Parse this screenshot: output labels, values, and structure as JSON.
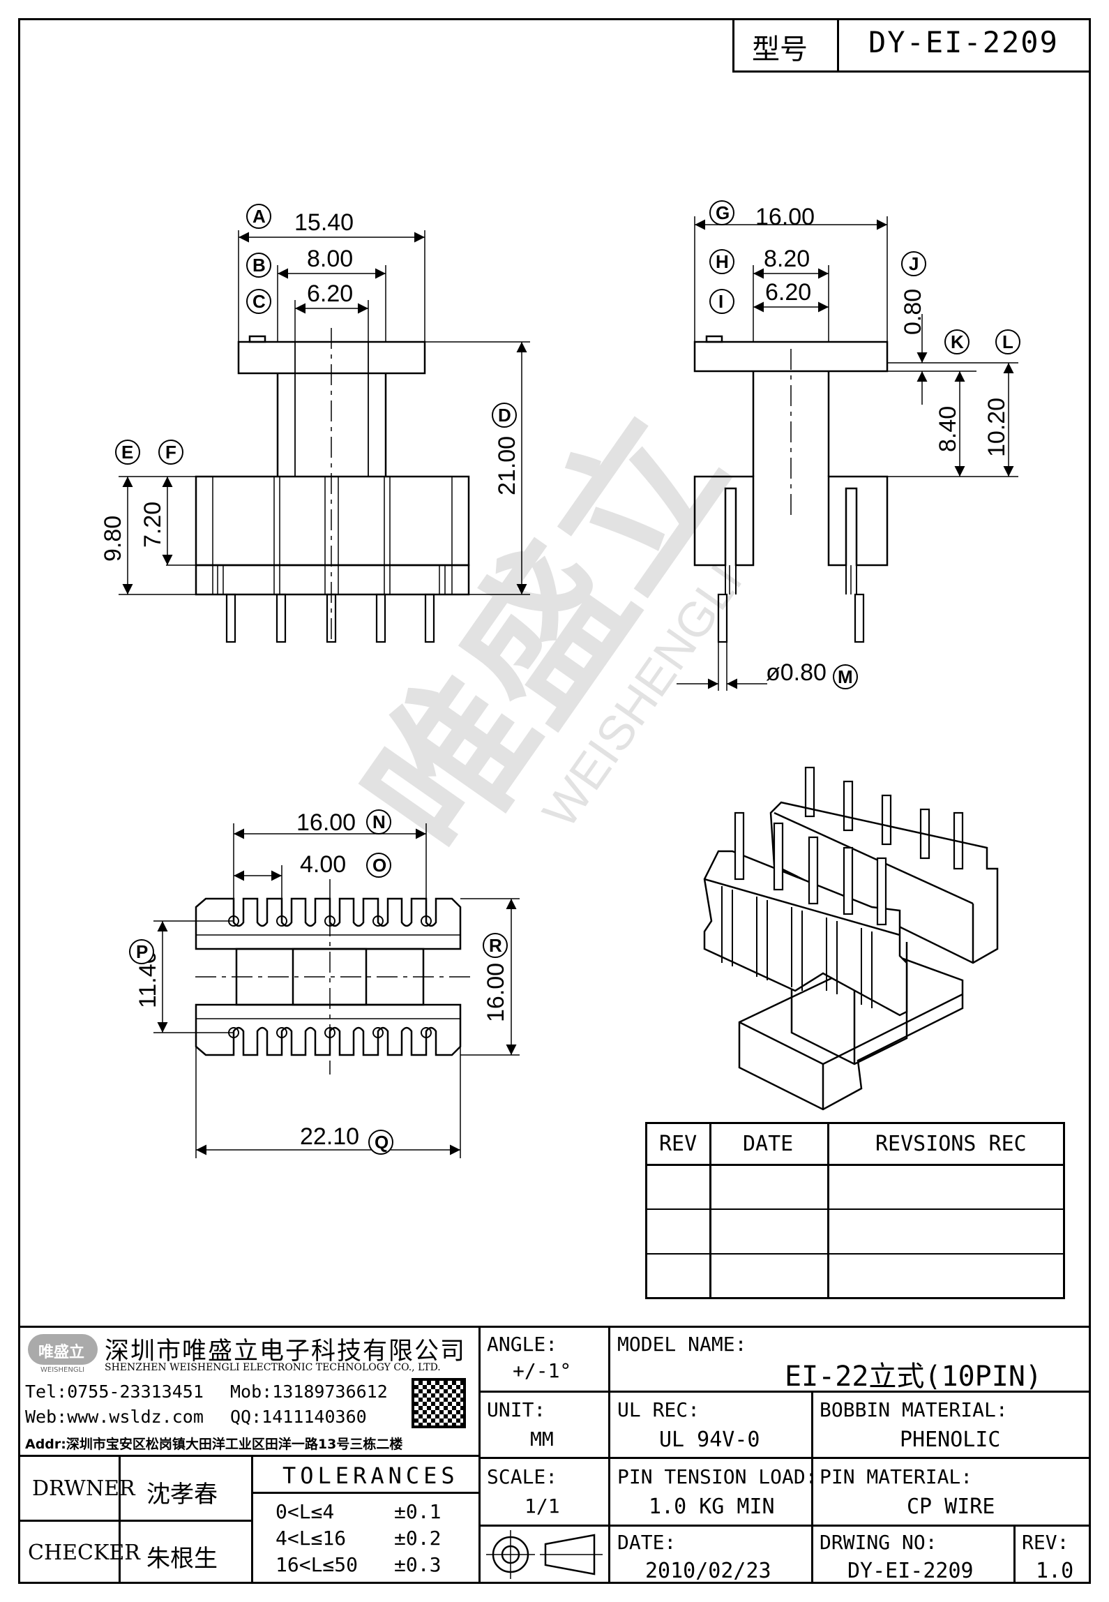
{
  "header": {
    "model_label": "型号",
    "model_value": "DY-EI-2209"
  },
  "watermark": {
    "brand": "唯盛立",
    "latin": "WEISHENGLI"
  },
  "front_view": {
    "dims": {
      "A": "15.40",
      "B": "8.00",
      "C": "6.20",
      "D": "21.00",
      "E": "9.80",
      "F": "7.20"
    },
    "markers": [
      "A",
      "B",
      "C",
      "D",
      "E",
      "F"
    ]
  },
  "side_view": {
    "dims": {
      "G": "16.00",
      "H": "8.20",
      "I": "6.20",
      "J": "0.80",
      "K": "8.40",
      "L": "10.20",
      "M": "ø0.80"
    },
    "markers": [
      "G",
      "H",
      "I",
      "J",
      "K",
      "L",
      "M"
    ]
  },
  "top_view": {
    "dims": {
      "N": "16.00",
      "O": "4.00",
      "P": "11.40",
      "R": "16.00",
      "Q": "22.10"
    },
    "markers": [
      "N",
      "O",
      "P",
      "Q",
      "R"
    ]
  },
  "revision_table": {
    "headers": [
      "REV",
      "DATE",
      "REVSIONS REC"
    ],
    "rows": [
      [
        "",
        "",
        ""
      ],
      [
        "",
        "",
        ""
      ],
      [
        "",
        "",
        ""
      ]
    ]
  },
  "company": {
    "logo_text": "唯盛立",
    "logo_sub": "WEISHENGLI",
    "name_cn": "深圳市唯盛立电子科技有限公司",
    "name_en": "SHENZHEN WEISHENGLI ELECTRONIC TECHNOLOGY CO., LTD.",
    "tel": "Tel:0755-23313451",
    "mob": "Mob:13189736612",
    "web": "Web:www.wsldz.com",
    "qq": "QQ:1411140360",
    "addr": "Addr:深圳市宝安区松岗镇大田洋工业区田洋一路13号三栋二楼"
  },
  "title_block": {
    "angle_label": "ANGLE:",
    "angle_value": "+/-1°",
    "model_name_label": "MODEL NAME:",
    "model_name_value": "EI-22立式(10PIN)",
    "unit_label": "UNIT:",
    "unit_value": "MM",
    "ul_rec_label": "UL REC:",
    "ul_rec_value": "UL 94V-0",
    "bobbin_label": "BOBBIN MATERIAL:",
    "bobbin_value": "PHENOLIC",
    "drwner_label": "DRWNER",
    "drwner_value": "沈孝春",
    "checker_label": "CHECKER",
    "checker_value": "朱根生",
    "tolerances_label": "TOLERANCES",
    "tolerances": [
      {
        "range": "0<L≤4",
        "tol": "±0.1"
      },
      {
        "range": "4<L≤16",
        "tol": "±0.2"
      },
      {
        "range": "16<L≤50",
        "tol": "±0.3"
      }
    ],
    "scale_label": "SCALE:",
    "scale_value": "1/1",
    "pin_tension_label": "PIN TENSION LOAD:",
    "pin_tension_value": "1.0 KG MIN",
    "pin_material_label": "PIN MATERIAL:",
    "pin_material_value": "CP WIRE",
    "date_label": "DATE:",
    "date_value": "2010/02/23",
    "drwing_no_label": "DRWING NO:",
    "drwing_no_value": "DY-EI-2209",
    "rev_label": "REV:",
    "rev_value": "1.0"
  }
}
